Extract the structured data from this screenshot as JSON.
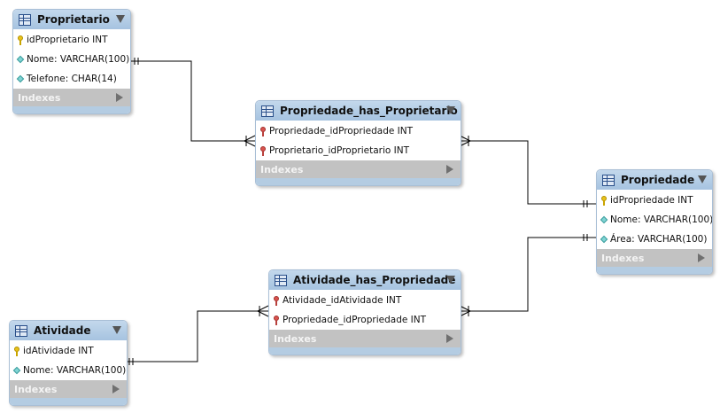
{
  "tables": {
    "proprietario": {
      "title": "Proprietario",
      "columns": [
        "idProprietario INT",
        "Nome: VARCHAR(100)",
        "Telefone: CHAR(14)"
      ],
      "footer": "Indexes"
    },
    "propriedade_has_proprietario": {
      "title": "Propriedade_has_Proprietario",
      "columns": [
        "Propriedade_idPropriedade INT",
        "Proprietario_idProprietario INT"
      ],
      "footer": "Indexes"
    },
    "propriedade": {
      "title": "Propriedade",
      "columns": [
        "idPropriedade INT",
        "Nome: VARCHAR(100)",
        "Área: VARCHAR(100)"
      ],
      "footer": "Indexes"
    },
    "atividade_has_propriedade": {
      "title": "Atividade_has_Propriedade",
      "columns": [
        "Atividade_idAtividade INT",
        "Propriedade_idPropriedade INT"
      ],
      "footer": "Indexes"
    },
    "atividade": {
      "title": "Atividade",
      "columns": [
        "idAtividade INT",
        "Nome: VARCHAR(100)"
      ],
      "footer": "Indexes"
    }
  },
  "colors": {
    "header": "#a6c3e0",
    "footer": "#c2c2c2",
    "connector": "#000000"
  },
  "icons": {
    "table": "table-icon",
    "primary_key": "key-icon",
    "foreign_key": "foreign-key-icon",
    "column": "diamond-icon"
  }
}
